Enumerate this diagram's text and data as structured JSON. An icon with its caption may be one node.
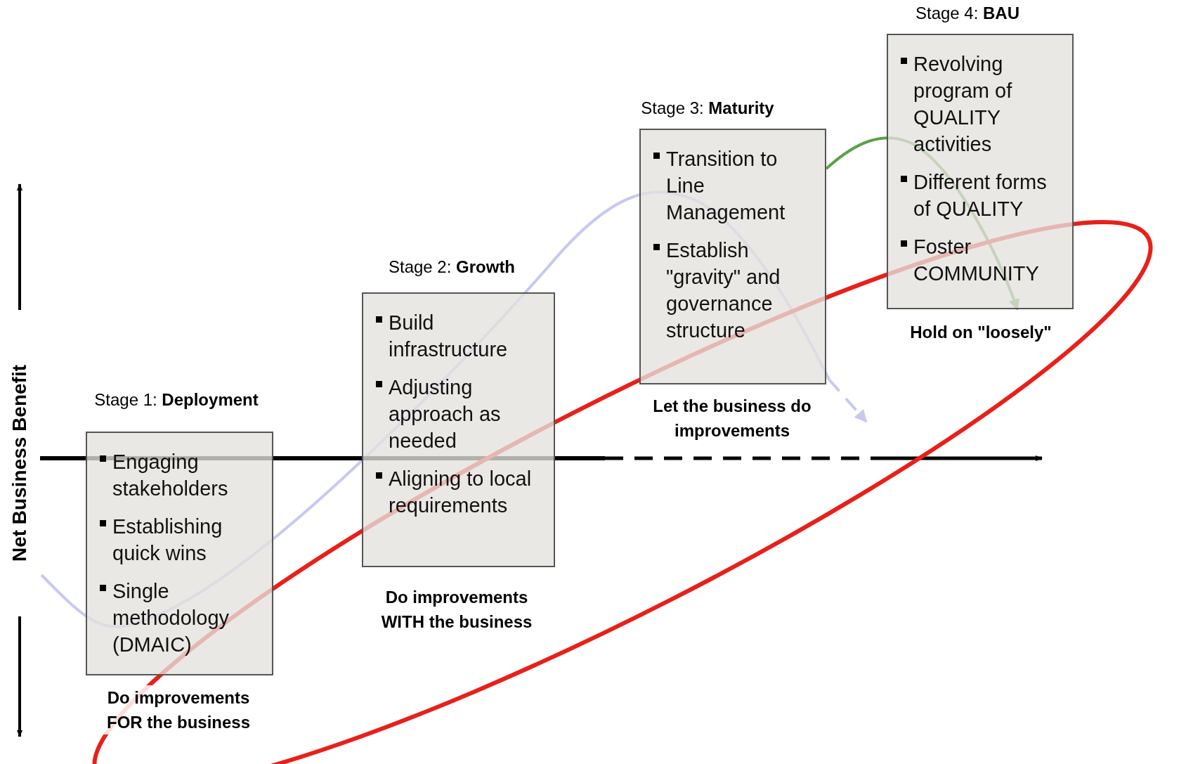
{
  "diagram": {
    "nodes": [
      {
        "text": [
          "Stage 1: **Deployment**",
          "Engaging stakeholders",
          "Establishing quick wins",
          "Single methodology (DMAIC)"
        ],
        "beside": [
          "Do improvements FOR the business"
        ]
      },
      {
        "text": [
          "Stage 2: **Growth**",
          "Build infrastructure",
          "Adjusting approach as needed",
          "Aligning to local requirements"
        ],
        "beside": [
          "Do improvements WITH the business"
        ]
      },
      {
        "text": [
          "Stage 3: **Maturity**",
          "Transition to Line Management",
          "Establish \"gravity\" and governance structure"
        ],
        "beside": [
          "Let the business do improvements"
        ]
      },
      {
        "text": [
          "Stage 4: **BAU**",
          "Revolving program of QUALITY activities",
          "Different forms of QUALITY",
          "Foster COMMUNITY"
        ],
        "beside": [
          "Hold on \"loosely\""
        ]
      }
    ],
    "edges": [
      {
        "from": 2,
        "to": 3,
        "arrow": "to",
        "color": "#5aa04a"
      }
    ],
    "labels": [
      "Net Business Benefit"
    ]
  }
}
